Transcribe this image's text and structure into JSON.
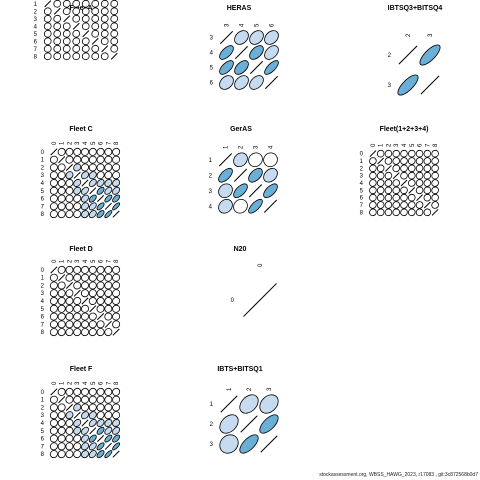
{
  "footer": "stockassessment.org, WBSS_HAWG_2023, r17083 , git:3c872568b0d7",
  "colors": {
    "positive": "#6BAED6",
    "light": "#C6DBEF",
    "stroke": "#000000",
    "fill_none": "#ffffff"
  },
  "chart_data": [
    {
      "type": "correlation-ellipse-matrix",
      "title": "Fleet A",
      "ages": [
        "1",
        "2",
        "3",
        "4",
        "5",
        "6",
        "7",
        "8"
      ],
      "offdiag_fill": "none",
      "offdiag_corr": 0.05
    },
    {
      "type": "correlation-ellipse-matrix",
      "title": "HERAS",
      "ages": [
        "3",
        "4",
        "5",
        "6"
      ],
      "offdiag_fill": "shaded",
      "cells": [
        [
          1,
          0.3,
          0.3,
          0.3
        ],
        [
          0.6,
          1,
          0.5,
          0.4
        ],
        [
          0.6,
          0.5,
          1,
          0.7
        ],
        [
          0.3,
          0.35,
          0.4,
          1
        ]
      ]
    },
    {
      "type": "correlation-ellipse-matrix",
      "title": "IBTSQ3+BITSQ4",
      "ages": [
        "2",
        "3"
      ],
      "offdiag_fill": "shaded",
      "cells": [
        [
          1,
          0.75
        ],
        [
          0.75,
          1
        ]
      ]
    },
    {
      "type": "correlation-ellipse-matrix",
      "title": "Fleet C",
      "ages": [
        "0",
        "1",
        "2",
        "3",
        "4",
        "5",
        "6",
        "7",
        "8"
      ],
      "offdiag_fill": "gradient"
    },
    {
      "type": "correlation-ellipse-matrix",
      "title": "GerAS",
      "ages": [
        "1",
        "2",
        "3",
        "4"
      ],
      "offdiag_fill": "shaded",
      "cells": [
        [
          1,
          0.2,
          0.1,
          0.05
        ],
        [
          0.6,
          1,
          0.5,
          0.3
        ],
        [
          0.15,
          0.6,
          1,
          0.6
        ],
        [
          0.2,
          0.1,
          0.7,
          1
        ]
      ]
    },
    {
      "type": "correlation-ellipse-matrix",
      "title": "Fleet(1+2+3+4)",
      "ages": [
        "0",
        "1",
        "2",
        "3",
        "4",
        "5",
        "6",
        "7",
        "8"
      ],
      "offdiag_fill": "none",
      "offdiag_corr": 0.05
    },
    {
      "type": "correlation-ellipse-matrix",
      "title": "Fleet D",
      "ages": [
        "0",
        "1",
        "2",
        "3",
        "4",
        "5",
        "6",
        "7",
        "8"
      ],
      "offdiag_fill": "none",
      "offdiag_corr": 0.05
    },
    {
      "type": "correlation-ellipse-matrix",
      "title": "N20",
      "ages": [
        "0"
      ],
      "offdiag_fill": "none",
      "cells": [
        [
          1
        ]
      ]
    },
    {
      "type": "correlation-ellipse-matrix",
      "title": "Fleet F",
      "ages": [
        "0",
        "1",
        "2",
        "3",
        "4",
        "5",
        "6",
        "7",
        "8"
      ],
      "offdiag_fill": "gradient"
    },
    {
      "type": "correlation-ellipse-matrix",
      "title": "IBTS+BITSQ1",
      "ages": [
        "1",
        "2",
        "3"
      ],
      "offdiag_fill": "shaded",
      "cells": [
        [
          1,
          0.35,
          0.3
        ],
        [
          0.35,
          1,
          0.65
        ],
        [
          0.15,
          0.65,
          1
        ]
      ]
    }
  ]
}
